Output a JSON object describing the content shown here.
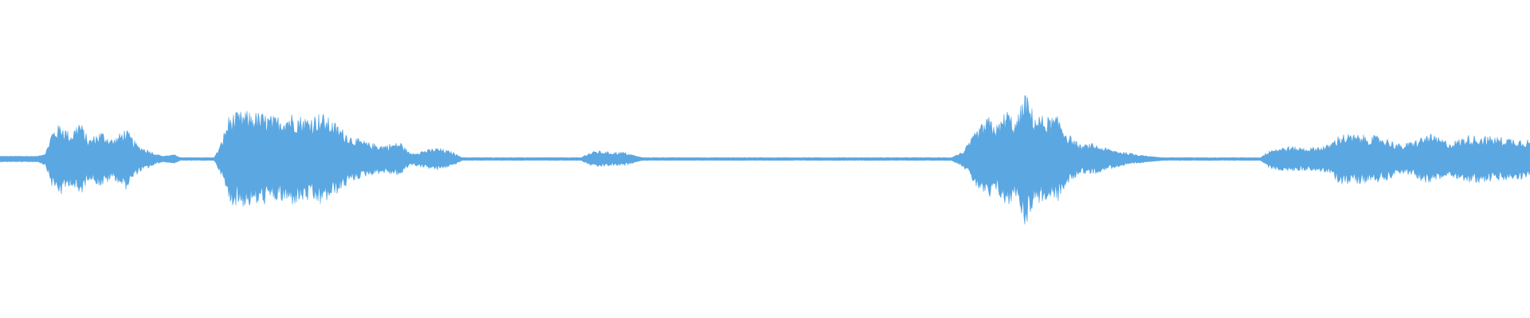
{
  "waveform": {
    "color": "#5aa7e2",
    "background": "#ffffff",
    "amplitude_envelope": [
      {
        "t": 0.0,
        "a": 0.02
      },
      {
        "t": 0.025,
        "a": 0.02
      },
      {
        "t": 0.03,
        "a": 0.05
      },
      {
        "t": 0.034,
        "a": 0.2
      },
      {
        "t": 0.04,
        "a": 0.26
      },
      {
        "t": 0.046,
        "a": 0.18
      },
      {
        "t": 0.052,
        "a": 0.28
      },
      {
        "t": 0.058,
        "a": 0.14
      },
      {
        "t": 0.066,
        "a": 0.2
      },
      {
        "t": 0.074,
        "a": 0.14
      },
      {
        "t": 0.082,
        "a": 0.22
      },
      {
        "t": 0.09,
        "a": 0.1
      },
      {
        "t": 0.1,
        "a": 0.05
      },
      {
        "t": 0.106,
        "a": 0.02
      },
      {
        "t": 0.114,
        "a": 0.03
      },
      {
        "t": 0.118,
        "a": 0.01
      },
      {
        "t": 0.14,
        "a": 0.01
      },
      {
        "t": 0.144,
        "a": 0.1
      },
      {
        "t": 0.15,
        "a": 0.32
      },
      {
        "t": 0.16,
        "a": 0.34
      },
      {
        "t": 0.17,
        "a": 0.33
      },
      {
        "t": 0.18,
        "a": 0.3
      },
      {
        "t": 0.19,
        "a": 0.33
      },
      {
        "t": 0.2,
        "a": 0.3
      },
      {
        "t": 0.21,
        "a": 0.33
      },
      {
        "t": 0.22,
        "a": 0.25
      },
      {
        "t": 0.23,
        "a": 0.16
      },
      {
        "t": 0.24,
        "a": 0.12
      },
      {
        "t": 0.25,
        "a": 0.1
      },
      {
        "t": 0.262,
        "a": 0.12
      },
      {
        "t": 0.268,
        "a": 0.04
      },
      {
        "t": 0.276,
        "a": 0.06
      },
      {
        "t": 0.286,
        "a": 0.08
      },
      {
        "t": 0.296,
        "a": 0.05
      },
      {
        "t": 0.302,
        "a": 0.01
      },
      {
        "t": 0.38,
        "a": 0.01
      },
      {
        "t": 0.384,
        "a": 0.04
      },
      {
        "t": 0.39,
        "a": 0.06
      },
      {
        "t": 0.398,
        "a": 0.05
      },
      {
        "t": 0.408,
        "a": 0.05
      },
      {
        "t": 0.416,
        "a": 0.02
      },
      {
        "t": 0.42,
        "a": 0.01
      },
      {
        "t": 0.622,
        "a": 0.01
      },
      {
        "t": 0.63,
        "a": 0.06
      },
      {
        "t": 0.638,
        "a": 0.2
      },
      {
        "t": 0.646,
        "a": 0.3
      },
      {
        "t": 0.652,
        "a": 0.24
      },
      {
        "t": 0.658,
        "a": 0.36
      },
      {
        "t": 0.664,
        "a": 0.26
      },
      {
        "t": 0.67,
        "a": 0.48
      },
      {
        "t": 0.676,
        "a": 0.32
      },
      {
        "t": 0.684,
        "a": 0.3
      },
      {
        "t": 0.692,
        "a": 0.3
      },
      {
        "t": 0.698,
        "a": 0.18
      },
      {
        "t": 0.706,
        "a": 0.1
      },
      {
        "t": 0.714,
        "a": 0.11
      },
      {
        "t": 0.722,
        "a": 0.08
      },
      {
        "t": 0.73,
        "a": 0.06
      },
      {
        "t": 0.74,
        "a": 0.04
      },
      {
        "t": 0.75,
        "a": 0.02
      },
      {
        "t": 0.76,
        "a": 0.01
      },
      {
        "t": 0.824,
        "a": 0.01
      },
      {
        "t": 0.83,
        "a": 0.07
      },
      {
        "t": 0.842,
        "a": 0.09
      },
      {
        "t": 0.856,
        "a": 0.08
      },
      {
        "t": 0.868,
        "a": 0.1
      },
      {
        "t": 0.876,
        "a": 0.18
      },
      {
        "t": 0.892,
        "a": 0.17
      },
      {
        "t": 0.904,
        "a": 0.16
      },
      {
        "t": 0.916,
        "a": 0.1
      },
      {
        "t": 0.924,
        "a": 0.13
      },
      {
        "t": 0.934,
        "a": 0.18
      },
      {
        "t": 0.948,
        "a": 0.12
      },
      {
        "t": 0.96,
        "a": 0.17
      },
      {
        "t": 0.976,
        "a": 0.16
      },
      {
        "t": 0.99,
        "a": 0.15
      },
      {
        "t": 1.0,
        "a": 0.14
      }
    ]
  }
}
